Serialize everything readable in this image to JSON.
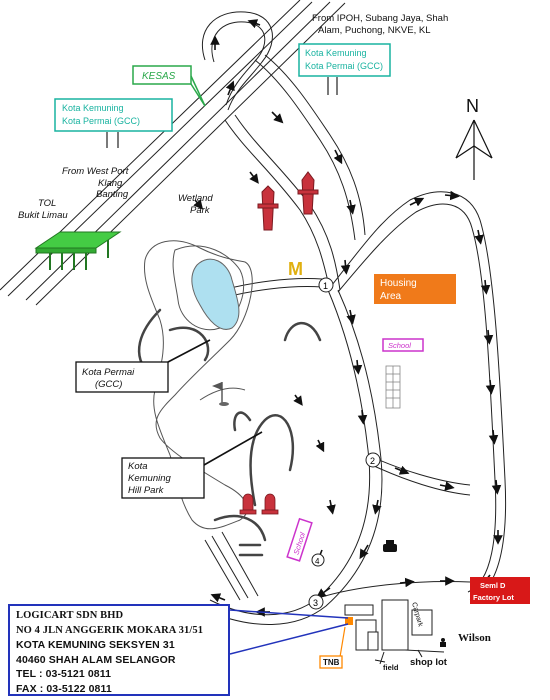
{
  "labels": {
    "from_north": [
      "From IPOH, Subang Jaya, Shah",
      "Alam, Puchong, NKVE, KL"
    ],
    "sign_top": [
      "Kota Kemuning",
      "Kota Permai (GCC)"
    ],
    "kesas": "KESAS",
    "sign_left": [
      "Kota Kemuning",
      "Kota Permai (GCC)"
    ],
    "from_west": [
      "From West Port",
      "Klang",
      "Banting"
    ],
    "tol": [
      "TOL",
      "Bukit Limau"
    ],
    "wetland": [
      "Wetland",
      "Park"
    ],
    "housing": [
      "Housing",
      "Area"
    ],
    "school_upper": "School",
    "school_lower": "School",
    "kota_permai": [
      "Kota Permai",
      "(GCC)"
    ],
    "kota_kemuning": [
      "Kota",
      "Kemuning",
      "Hill Park"
    ],
    "seml": [
      "Seml D",
      "Factory Lot"
    ],
    "carpark": "Carpark",
    "wilson": "Wilson",
    "tnb": "TNB",
    "field": "field",
    "shoplot": "shop lot",
    "north": "N",
    "roundabouts": [
      "1",
      "2",
      "3",
      "4"
    ]
  },
  "address": [
    "LOGICART SDN BHD",
    "NO 4 JLN ANGGERIK MOKARA 31/51",
    "KOTA KEMUNING SEKSYEN 31",
    "40460 SHAH ALAM SELANGOR",
    "TEL : 03-5121 0811",
    "FAX : 03-5122 0811"
  ],
  "colors": {
    "sign": "#19b3a0",
    "kesas": "#2aa84a",
    "toll": "#44cc44",
    "housing": "#f07a1a",
    "school": "#cc33cc",
    "factory": "#d81818",
    "temple": "#c8323c",
    "mcd": "#e0b010",
    "lake": "#aee0f0",
    "address_border": "#2233bb",
    "tnb": "#ff8800"
  },
  "icons": [
    "north-arrow-icon",
    "mcdonalds-icon",
    "toll-plaza-icon",
    "temple-icon",
    "golf-flag-icon",
    "car-icon",
    "man-icon"
  ]
}
